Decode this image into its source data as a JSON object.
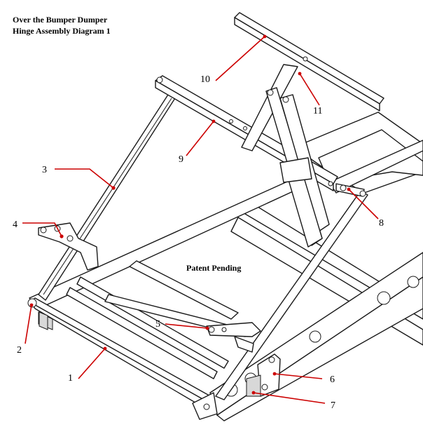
{
  "title_line1": "Over the Bumper Dumper",
  "title_line2": "Hinge Assembly Diagram 1",
  "watermark": "Patent Pending",
  "callouts": [
    {
      "id": "1",
      "label": "1"
    },
    {
      "id": "2",
      "label": "2"
    },
    {
      "id": "3",
      "label": "3"
    },
    {
      "id": "4",
      "label": "4"
    },
    {
      "id": "5",
      "label": "5"
    },
    {
      "id": "6",
      "label": "6"
    },
    {
      "id": "7",
      "label": "7"
    },
    {
      "id": "8",
      "label": "8"
    },
    {
      "id": "9",
      "label": "9"
    },
    {
      "id": "10",
      "label": "10"
    },
    {
      "id": "11",
      "label": "11"
    }
  ],
  "colors": {
    "leader": "#cc0000",
    "line": "#1a1a1a",
    "background": "#ffffff"
  }
}
